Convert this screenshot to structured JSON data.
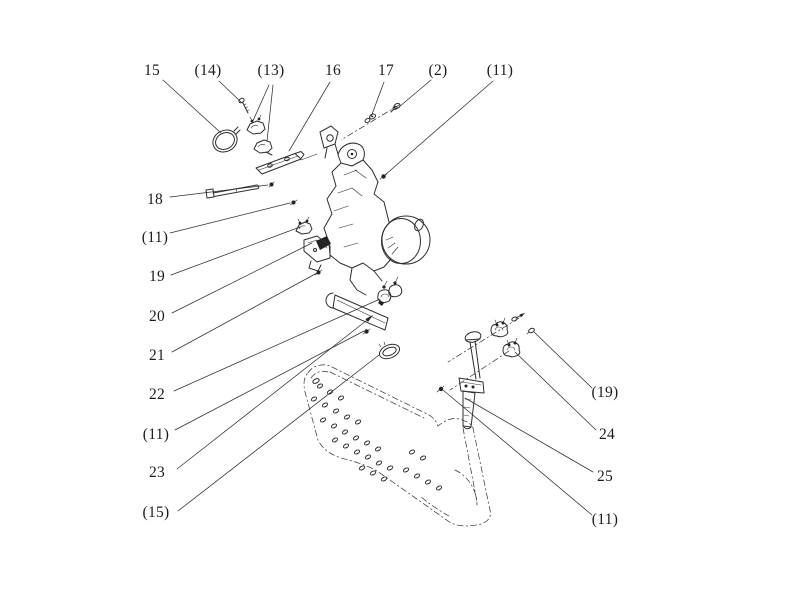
{
  "figure": {
    "kind": "exploded-parts-diagram",
    "background_color": "#ffffff",
    "line_color": "#2e2e2e",
    "text_color": "#1c1c1c",
    "labels": [
      {
        "text": "15"
      },
      {
        "text": "(14)"
      },
      {
        "text": "(13)"
      },
      {
        "text": "16"
      },
      {
        "text": "17"
      },
      {
        "text": "(2)"
      },
      {
        "text": "(11)"
      },
      {
        "text": "18"
      },
      {
        "text": "(11)"
      },
      {
        "text": "19"
      },
      {
        "text": "20"
      },
      {
        "text": "21"
      },
      {
        "text": "22"
      },
      {
        "text": "(11)"
      },
      {
        "text": "23"
      },
      {
        "text": "(15)"
      },
      {
        "text": "(19)"
      },
      {
        "text": "24"
      },
      {
        "text": "25"
      },
      {
        "text": "(11)"
      }
    ]
  }
}
